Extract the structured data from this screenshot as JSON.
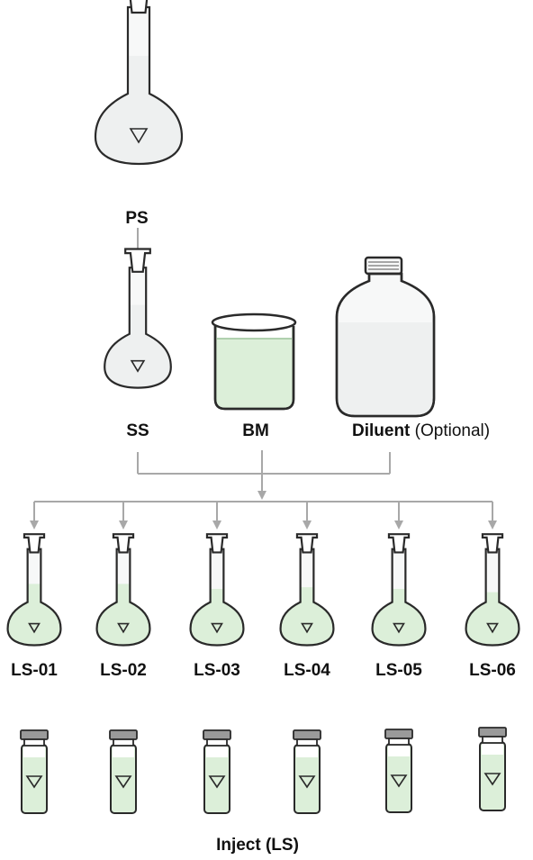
{
  "colors": {
    "liquid": "#dcefd9",
    "liquid_clear": "#eef0f0",
    "glass_fill": "#f7f8f8",
    "outline": "#2a2a2a",
    "arrow": "#a8a8a8",
    "cap": "#9a9a9a"
  },
  "labels": {
    "ps": "PS",
    "ss": "SS",
    "bm": "BM",
    "diluent": "Diluent",
    "diluent_note": "(Optional)",
    "inject": "Inject (LS)"
  },
  "levels": [
    {
      "label": "LS-01"
    },
    {
      "label": "LS-02"
    },
    {
      "label": "LS-03"
    },
    {
      "label": "LS-04"
    },
    {
      "label": "LS-05"
    },
    {
      "label": "LS-06"
    }
  ],
  "icons": {
    "primary_flask": "volumetric-flask-icon",
    "secondary_flask": "volumetric-flask-icon",
    "beaker": "beaker-icon",
    "bottle": "bottle-icon",
    "level_flask": "volumetric-flask-icon",
    "vial": "vial-icon"
  }
}
